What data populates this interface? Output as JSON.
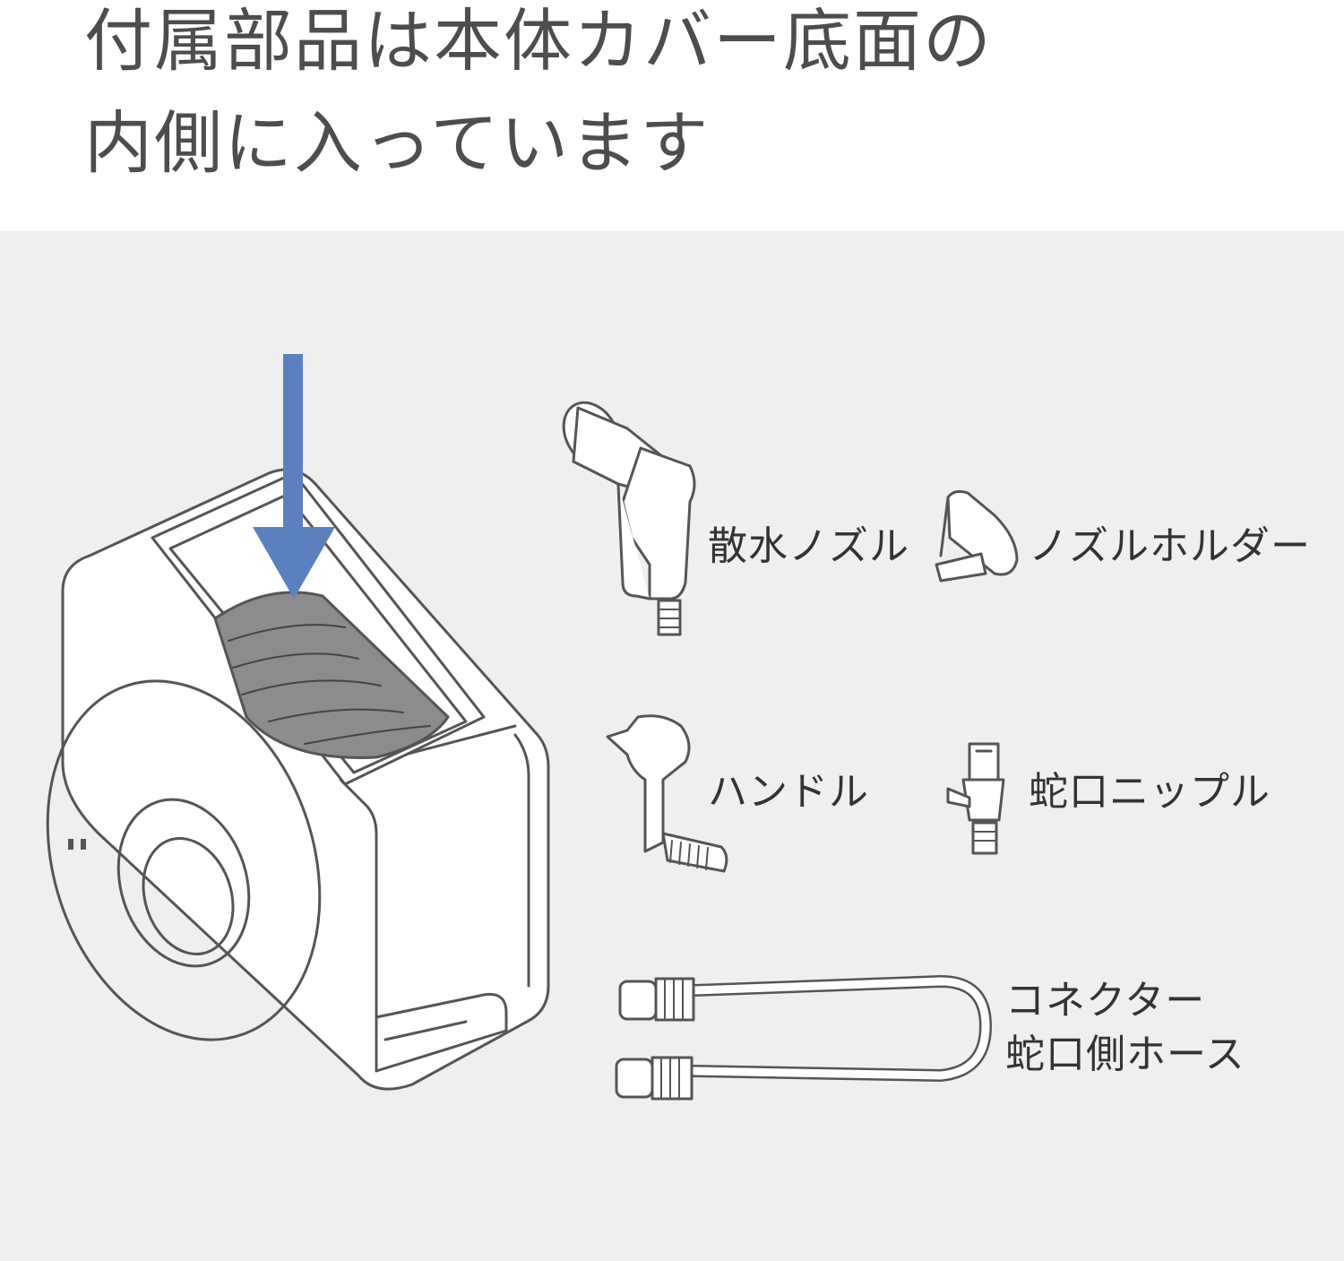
{
  "heading": {
    "line1": "付属部品は本体カバー底面の",
    "line2": "内側に入っています"
  },
  "parts": {
    "nozzle": "散水ノズル",
    "nozzle_holder": "ノズルホルダー",
    "handle": "ハンドル",
    "faucet_nipple": "蛇口ニップル",
    "connector_line1": "コネクター",
    "connector_line2": "蛇口側ホース"
  },
  "colors": {
    "arrow": "#5b80bf",
    "panel_bg": "#efefef",
    "line": "#555555"
  }
}
